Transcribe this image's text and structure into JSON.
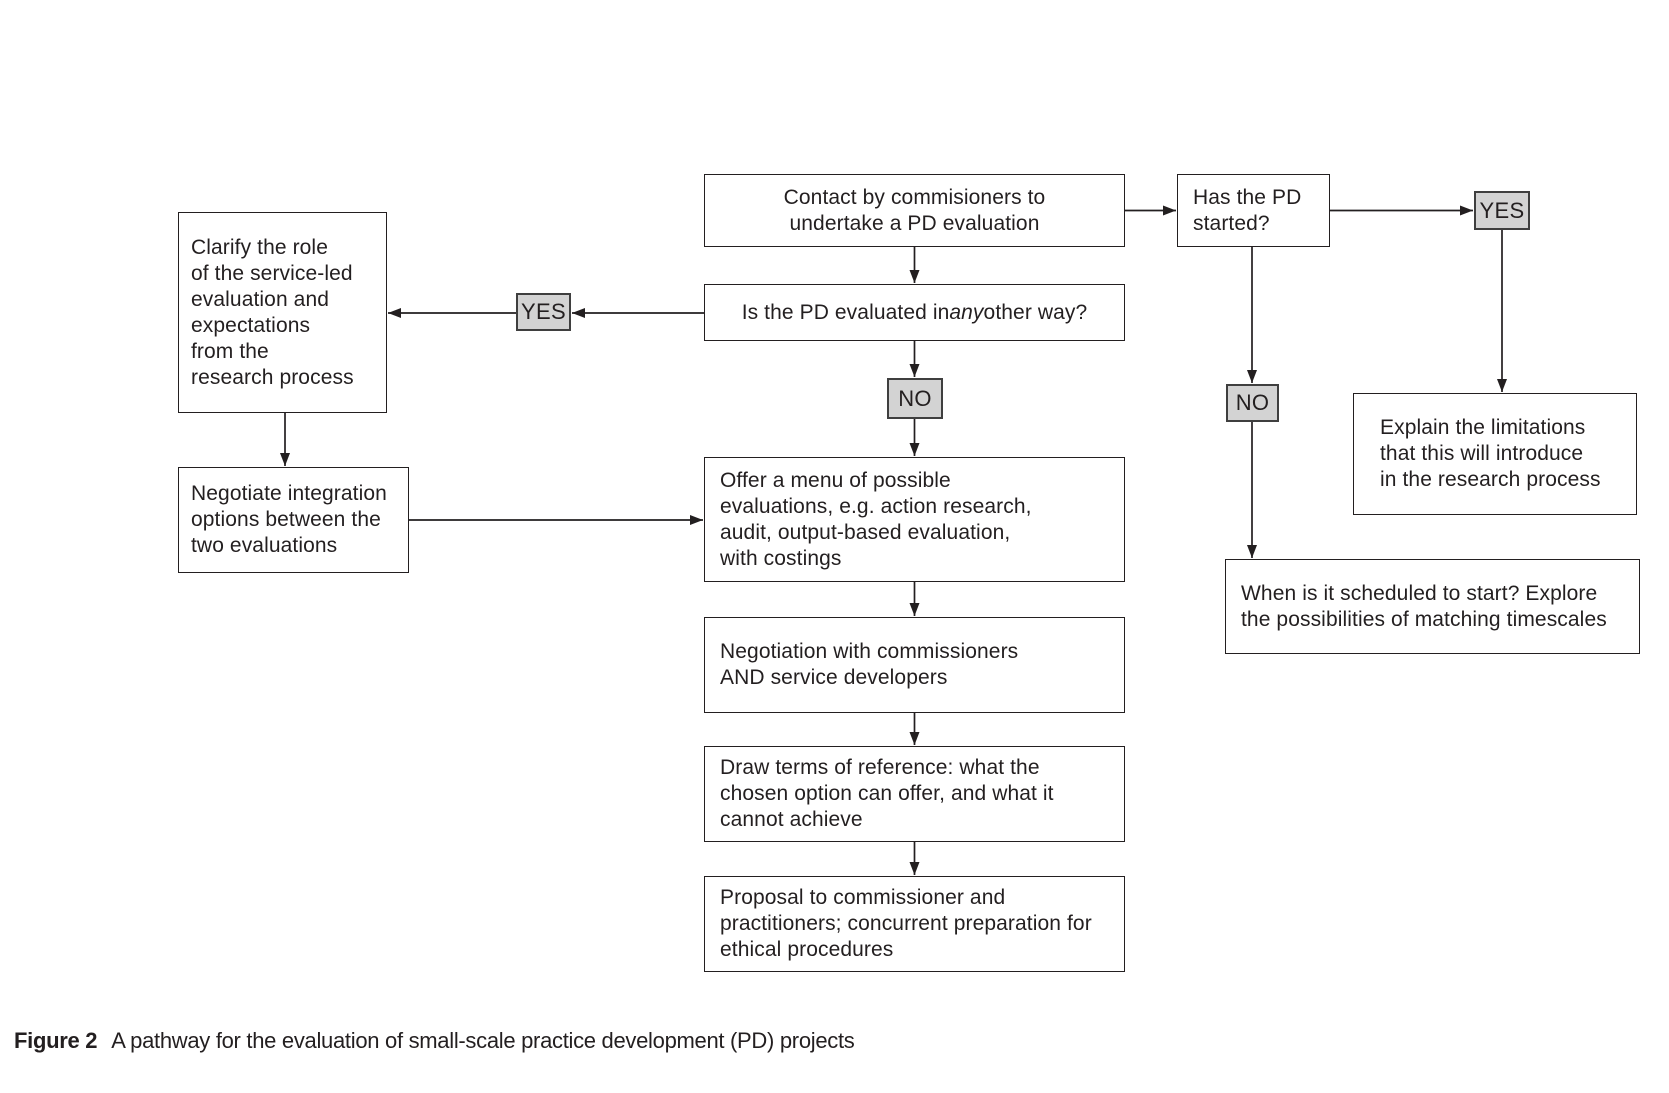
{
  "figure_caption": {
    "label": "Figure 2",
    "text": "A pathway for the evaluation of small-scale practice development (PD) projects"
  },
  "nodes": {
    "contact": "Contact by commisioners to\nundertake a PD evaluation",
    "has_started": "Has the PD\nstarted?",
    "evaluated_any_other_way": {
      "prefix": "Is the PD evaluated in ",
      "emphasis": "any",
      "suffix": " other way?"
    },
    "clarify": "Clarify the role\nof the service-led\nevaluation and\nexpectations\nfrom the\nresearch process",
    "negotiate_integration": "Negotiate integration\noptions between the\ntwo evaluations",
    "offer_menu": "Offer a menu of possible\nevaluations, e.g. action research,\naudit, output-based evaluation,\nwith costings",
    "negotiation_commissioners": "Negotiation with commissioners\nAND service developers",
    "draw_terms": "Draw terms of reference: what the\nchosen option can offer, and what it\ncannot achieve",
    "proposal": "Proposal to commissioner and\npractitioners; concurrent preparation for\nethical procedures",
    "explain_limitations": "Explain the limitations\nthat this will introduce\nin the research process",
    "when_scheduled": "When is it scheduled to start? Explore\nthe possibilities of matching timescales"
  },
  "decision_labels": {
    "yes_left": "YES",
    "yes_right": "YES",
    "no_center": "NO",
    "no_right": "NO"
  },
  "colors": {
    "line": "#231f20",
    "label_fill": "#d3d3d3",
    "background": "#ffffff"
  }
}
